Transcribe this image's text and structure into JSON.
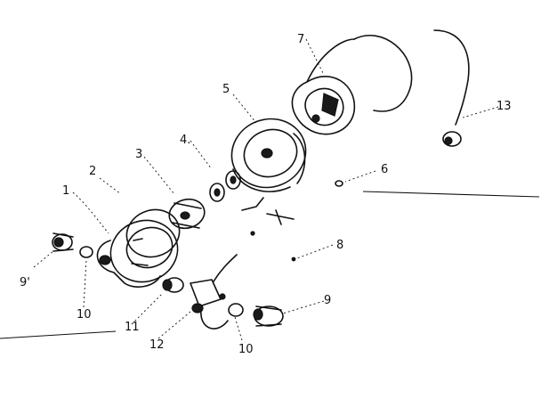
{
  "callouts": [
    {
      "id": "c1",
      "text": "1"
    },
    {
      "id": "c2",
      "text": "2"
    },
    {
      "id": "c3",
      "text": "3"
    },
    {
      "id": "c4",
      "text": "4."
    },
    {
      "id": "c5",
      "text": "5"
    },
    {
      "id": "c6",
      "text": "6"
    },
    {
      "id": "c7",
      "text": "7"
    },
    {
      "id": "c8",
      "text": "8"
    },
    {
      "id": "c9a",
      "text": "9'"
    },
    {
      "id": "c9b",
      "text": "9"
    },
    {
      "id": "c10a",
      "text": "10"
    },
    {
      "id": "c10b",
      "text": "10"
    },
    {
      "id": "c11",
      "text": "11"
    },
    {
      "id": "c12",
      "text": "12"
    },
    {
      "id": "c13",
      "text": "13"
    }
  ]
}
